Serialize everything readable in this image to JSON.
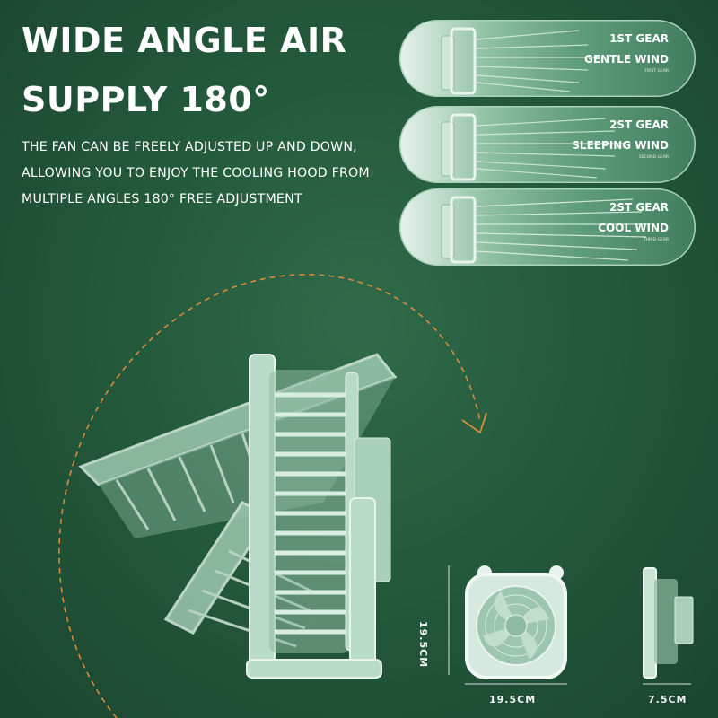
{
  "headline": {
    "line1": "WIDE ANGLE AIR",
    "line2": "SUPPLY 180°"
  },
  "description": [
    "THE FAN CAN BE FREELY ADJUSTED UP AND DOWN,",
    "ALLOWING YOU TO ENJOY THE COOLING HOOD FROM",
    "MULTIPLE ANGLES 180° FREE ADJUSTMENT"
  ],
  "gears": [
    {
      "label": "1ST GEAR",
      "mode": "GENTLE WIND",
      "sub": "FIRST GEAR"
    },
    {
      "label": "2ST GEAR",
      "mode": "SLEEPING WIND",
      "sub": "SECOND GEAR"
    },
    {
      "label": "2ST GEAR",
      "mode": "COOL WIND",
      "sub": "THIRD GEAR"
    }
  ],
  "dimensions": {
    "height": "19.5CM",
    "width": "19.5CM",
    "depth": "7.5CM"
  },
  "colors": {
    "background": "#245a3c",
    "fan": "#b9dbc9",
    "arc": "#d98a3a"
  }
}
